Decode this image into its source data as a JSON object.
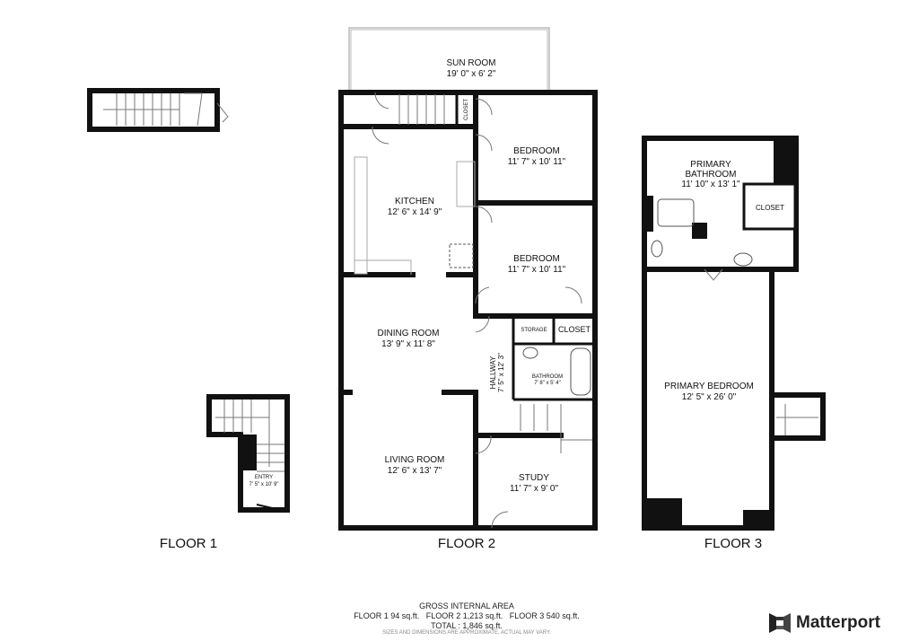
{
  "floors": {
    "floor1": {
      "label": "FLOOR 1",
      "rooms": [
        {
          "name": "ENTRY",
          "dims": "7' 5\" x 10' 9\""
        }
      ]
    },
    "floor2": {
      "label": "FLOOR 2",
      "rooms": [
        {
          "name": "SUN ROOM",
          "dims": "19' 0\" x 6' 2\""
        },
        {
          "name": "BEDROOM",
          "dims": "11' 7\" x 10' 11\""
        },
        {
          "name": "KITCHEN",
          "dims": "12' 6\" x 14' 9\""
        },
        {
          "name": "BEDROOM",
          "dims": "11' 7\" x 10' 11\""
        },
        {
          "name": "DINING ROOM",
          "dims": "13' 9\" x 11' 8\""
        },
        {
          "name": "HALLWAY",
          "dims": "7' 5\" x 12' 3\""
        },
        {
          "name": "BATHROOM",
          "dims": "7' 8\" x 5' 4\""
        },
        {
          "name": "LIVING ROOM",
          "dims": "12' 6\" x 13' 7\""
        },
        {
          "name": "STUDY",
          "dims": "11' 7\" x 9' 0\""
        },
        {
          "name": "STORAGE"
        },
        {
          "name": "CLOSET"
        },
        {
          "name": "CLOSET"
        }
      ]
    },
    "floor3": {
      "label": "FLOOR 3",
      "rooms": [
        {
          "name": "PRIMARY BATHROOM",
          "line1": "PRIMARY",
          "line2": "BATHROOM",
          "dims": "11' 10\" x 13' 1\""
        },
        {
          "name": "CLOSET"
        },
        {
          "name": "PRIMARY BEDROOM",
          "dims": "12' 5\" x 26' 0\""
        }
      ]
    }
  },
  "footer": {
    "title": "GROSS INTERNAL AREA",
    "areas": "FLOOR 1 94 sq.ft.   FLOOR 2 1,213 sq.ft.   FLOOR 3 540 sq.ft.",
    "total": "TOTAL :  1,846 sq.ft.",
    "disclaimer": "SIZES AND DIMENSIONS ARE APPROXIMATE, ACTUAL MAY VARY."
  },
  "brand": {
    "name": "Matterport",
    "icon": "matterport-logo-icon"
  }
}
